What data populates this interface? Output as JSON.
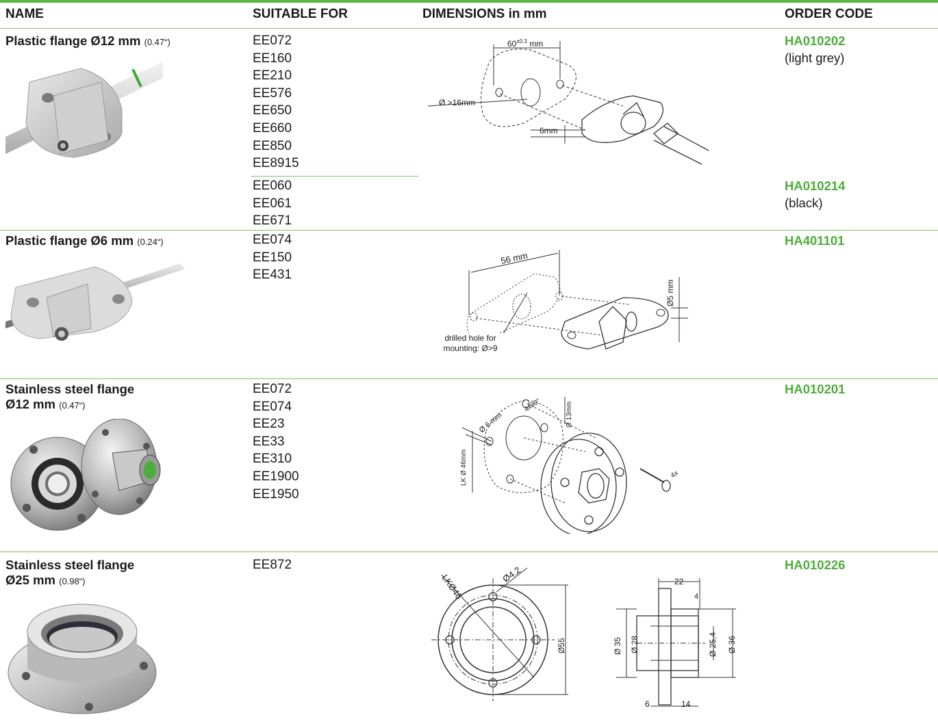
{
  "header": {
    "name": "NAME",
    "suitable": "SUITABLE FOR",
    "dimensions": "DIMENSIONS in mm",
    "order": "ORDER CODE"
  },
  "rows": [
    {
      "name": "Plastic flange Ø12 mm",
      "inch": "(0.47“)",
      "suitable_a": [
        "EE072",
        "EE160",
        "EE210",
        "EE576",
        "EE650",
        "EE660",
        "EE850",
        "EE8915"
      ],
      "suitable_b": [
        "EE060",
        "EE061",
        "EE671"
      ],
      "code_a": "HA010202",
      "note_a": "(light grey)",
      "code_b": "HA010214",
      "note_b": "(black)",
      "dims": {
        "spacing": "60",
        "tol": "±0.3",
        "unit": "mm",
        "hole": "Ø >16mm",
        "thick": "6mm"
      }
    },
    {
      "name": "Plastic flange Ø6 mm",
      "inch": "(0.24“)",
      "suitable": [
        "EE074",
        "EE150",
        "EE431"
      ],
      "code": "HA401101",
      "dims": {
        "spacing": "56 mm",
        "hole": "Ø5 mm",
        "note1": "drilled hole for",
        "note2": "mounting: Ø>9"
      }
    },
    {
      "name_line1": "Stainless steel flange",
      "name_line2": "Ø12 mm",
      "inch": "(0.47“)",
      "suitable": [
        "EE072",
        "EE074",
        "EE23",
        "EE33",
        "EE310",
        "EE1900",
        "EE1950"
      ],
      "code": "HA010201",
      "dims": {
        "screw": "4x90°",
        "d6": "Ø 6 mm",
        "lk": "LK Ø 46mm",
        "d13": "Ø 13mm",
        "qty": "4x"
      }
    },
    {
      "name_line1": "Stainless steel flange",
      "name_line2": "Ø25 mm",
      "inch": "(0.98“)",
      "suitable": [
        "EE872"
      ],
      "code": "HA010226",
      "dims": {
        "lk": "LKØ46",
        "hole": "Ø4.2",
        "outer": "Ø55",
        "w22": "22",
        "w4": "4",
        "d35": "Ø 35",
        "d28": "Ø 28",
        "d254": "Ø 25,4",
        "d36": "Ø 36",
        "w6": "6",
        "w14": "14"
      }
    }
  ],
  "colors": {
    "accent": "#5db548",
    "code": "#4cae3a",
    "rule": "#7cc36a"
  }
}
